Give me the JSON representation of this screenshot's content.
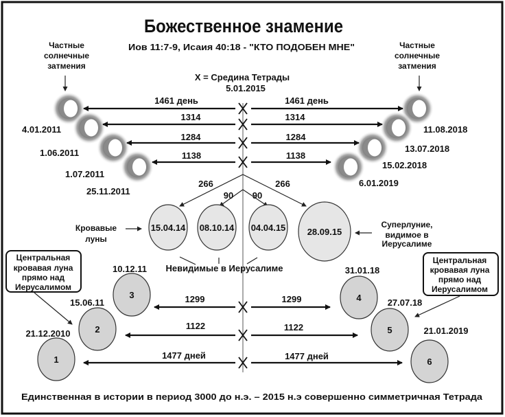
{
  "title": "Божественное знамение",
  "subtitle": "Иов 11:7-9, Исаия 40:18 - \"КТО ПОДОБЕН МНЕ\"",
  "solar_label": [
    "Частные",
    "солнечные",
    "затмения"
  ],
  "center_label": "X = Средина Тетрады",
  "center_date": "5.01.2015",
  "solar_rows": [
    {
      "left_days": "1461 день",
      "right_days": "1461 день",
      "left_date": "4.01.2011",
      "right_date": "11.08.2018"
    },
    {
      "left_days": "1314",
      "right_days": "1314",
      "left_date": "1.06.2011",
      "right_date": "13.07.2018"
    },
    {
      "left_days": "1284",
      "right_days": "1284",
      "left_date": "1.07.2011",
      "right_date": "15.02.2018"
    },
    {
      "left_days": "1138",
      "right_days": "1138",
      "left_date": "25.11.2011",
      "right_date": "6.01.2019"
    }
  ],
  "branch": {
    "outer_left": "266",
    "outer_right": "266",
    "inner_left": "90",
    "inner_right": "90"
  },
  "blood_moons": [
    "15.04.14",
    "08.10.14",
    "04.04.15",
    "28.09.15"
  ],
  "blood_moons_label": [
    "Кровавые",
    "луны"
  ],
  "supermoon_label": [
    "Суперлуние,",
    "видимое в",
    "Иерусалиме"
  ],
  "invisible_label": "Невидимые в Иерусалиме",
  "callout": [
    "Центральная",
    "кровавая луна",
    "прямо над",
    "Иерусалимом"
  ],
  "tetrad_moons": [
    {
      "num": "1",
      "date": "21.12.2010"
    },
    {
      "num": "2",
      "date": "15.06.11"
    },
    {
      "num": "3",
      "date": "10.12.11"
    },
    {
      "num": "4",
      "date": "31.01.18"
    },
    {
      "num": "5",
      "date": "27.07.18"
    },
    {
      "num": "6",
      "date": "21.01.2019"
    }
  ],
  "tetrad_rows": [
    {
      "left": "1299",
      "right": "1299"
    },
    {
      "left": "1122",
      "right": "1122"
    },
    {
      "left": "1477 дней",
      "right": "1477 дней"
    }
  ],
  "footer": "Единственная в истории в период 3000 до н.э. – 2015 н.э  совершенно симметричная Тетрада"
}
